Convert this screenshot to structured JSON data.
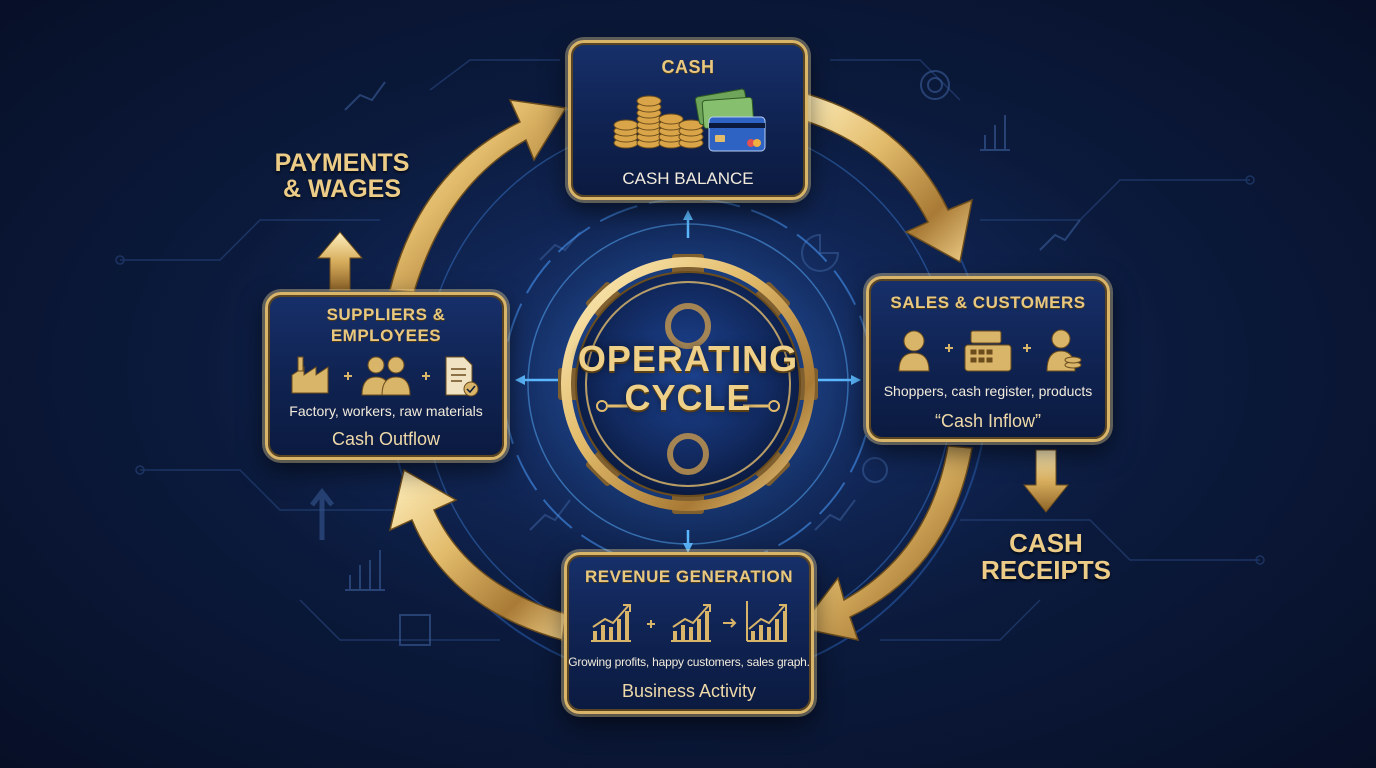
{
  "center": {
    "line1": "OPERATING",
    "line2": "CYCLE"
  },
  "cash": {
    "title": "CASH",
    "label": "CASH BALANCE"
  },
  "sales": {
    "title": "SALES & CUSTOMERS",
    "description": "Shoppers, cash register, products",
    "footer": "“Cash Inflow”"
  },
  "revenue": {
    "title": "REVENUE GENERATION",
    "description": "Growing profits, happy customers, sales graph.",
    "footer": "Business Activity"
  },
  "suppliers": {
    "title_line1": "SUPPLIERS &",
    "title_line2": "EMPLOYEES",
    "description": "Factory, workers,  raw materials",
    "footer": "Cash Outflow"
  },
  "payments": {
    "line1": "PAYMENTS",
    "line2": "& WAGES"
  },
  "receipts": {
    "line1": "CASH",
    "line2": "RECEIPTS"
  },
  "colors": {
    "gold": "#d9b56a",
    "navy": "#0b1a3c",
    "glow": "#4aa8ff"
  }
}
